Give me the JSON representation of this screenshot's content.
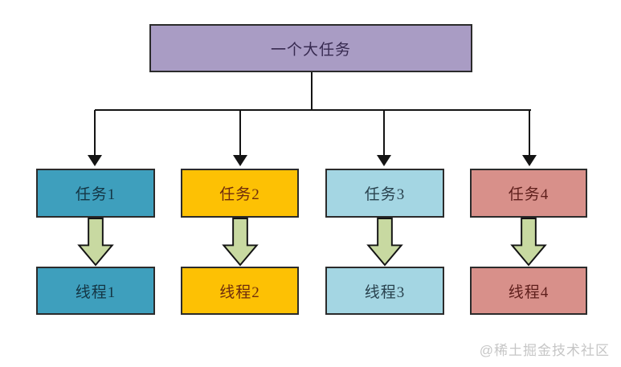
{
  "diagram": {
    "root": {
      "label": "一个大任务",
      "fill": "#a99cc4",
      "text_color": "#372a50"
    },
    "columns": [
      {
        "task_label": "任务1",
        "thread_label": "线程1",
        "fill": "#3e9fbd",
        "text_color": "#143544"
      },
      {
        "task_label": "任务2",
        "thread_label": "线程2",
        "fill": "#fdc104",
        "text_color": "#6e2c0e"
      },
      {
        "task_label": "任务3",
        "thread_label": "线程3",
        "fill": "#a4d6e3",
        "text_color": "#29424e"
      },
      {
        "task_label": "任务4",
        "thread_label": "线程4",
        "fill": "#d8908a",
        "text_color": "#5e1f1c"
      }
    ],
    "connector": {
      "line_color": "#141414",
      "block_arrow_fill": "#c8d9a1",
      "block_arrow_stroke": "#141414"
    },
    "border_color": "#2b2b2b"
  },
  "watermark": {
    "text": "@稀土掘金技术社区",
    "color": "#c6c6c6"
  }
}
